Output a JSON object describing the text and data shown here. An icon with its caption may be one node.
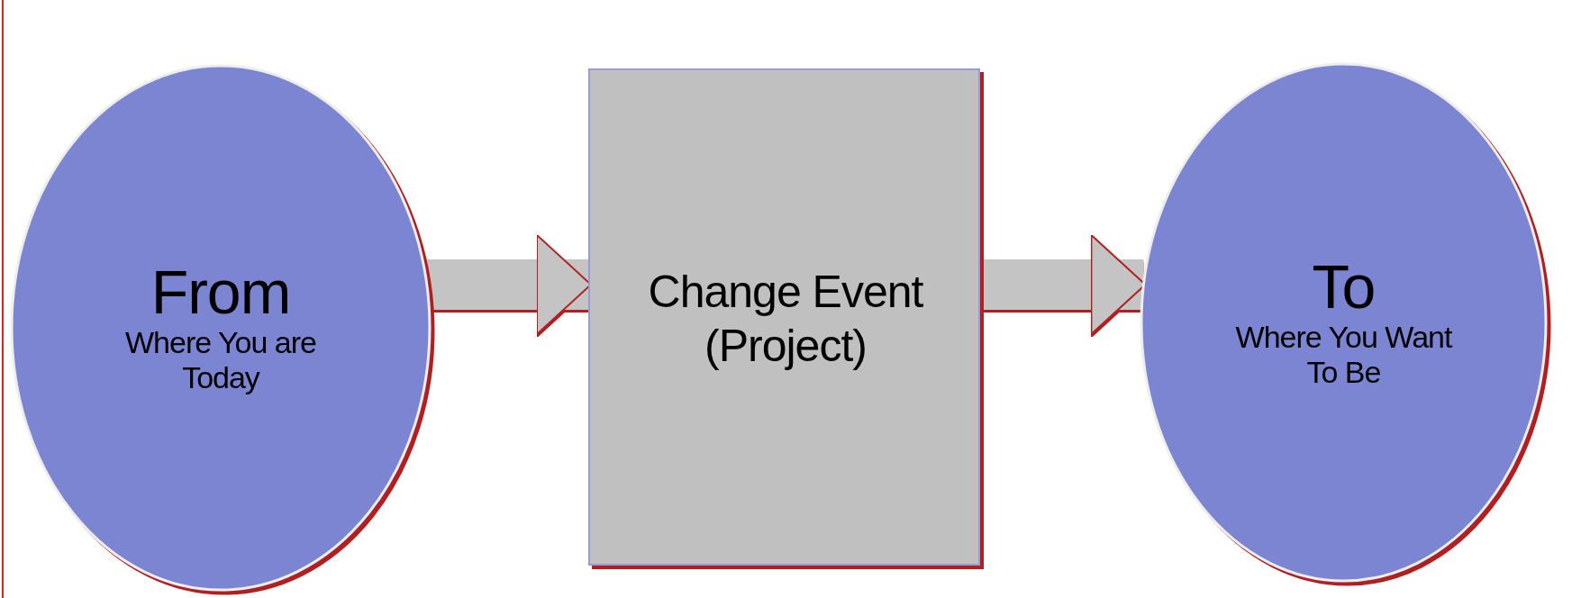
{
  "diagram": {
    "nodes": [
      {
        "text": [
          "From",
          "Where You are Today"
        ]
      },
      {
        "text": [
          "Change Event (Project)"
        ]
      },
      {
        "text": [
          "To",
          "Where You Want To Be"
        ]
      }
    ],
    "edges": [
      {
        "from": 0,
        "to": 1,
        "arrow": "to"
      },
      {
        "from": 1,
        "to": 2,
        "arrow": "to"
      }
    ]
  }
}
